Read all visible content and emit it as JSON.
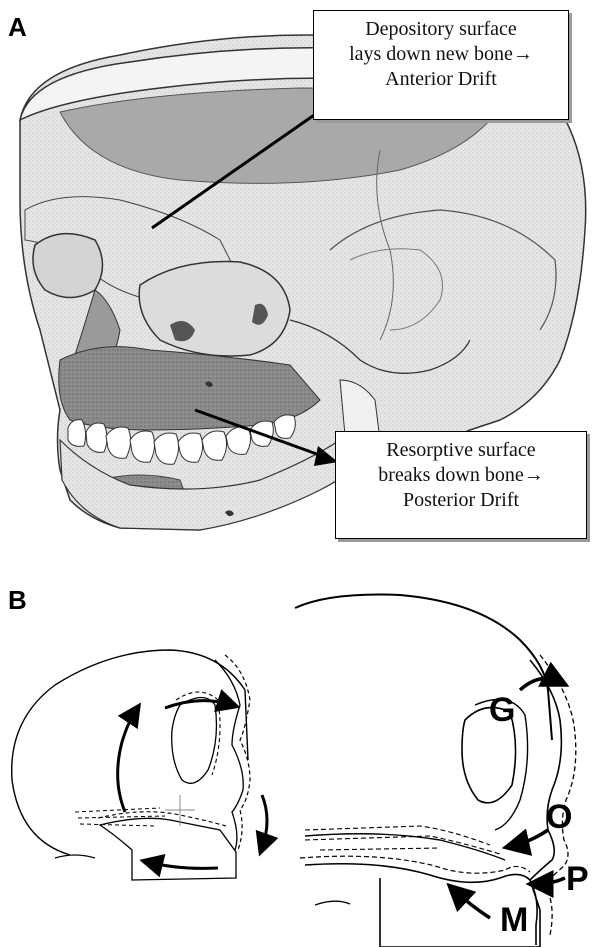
{
  "panels": {
    "a": {
      "label": "A"
    },
    "b": {
      "label": "B"
    }
  },
  "callouts": {
    "depository": {
      "lines": [
        "Depository surface",
        "lays down new bone→",
        "Anterior Drift"
      ]
    },
    "resorptive": {
      "lines": [
        "Resorptive surface",
        "breaks down bone→",
        "Posterior Drift"
      ]
    }
  },
  "landmarks": {
    "g": "G",
    "o": "O",
    "p": "P",
    "m": "M"
  },
  "colors": {
    "depository_surface": "#e4e4e4",
    "resorptive_surface": "#8c8c8c",
    "line": "#000000"
  }
}
